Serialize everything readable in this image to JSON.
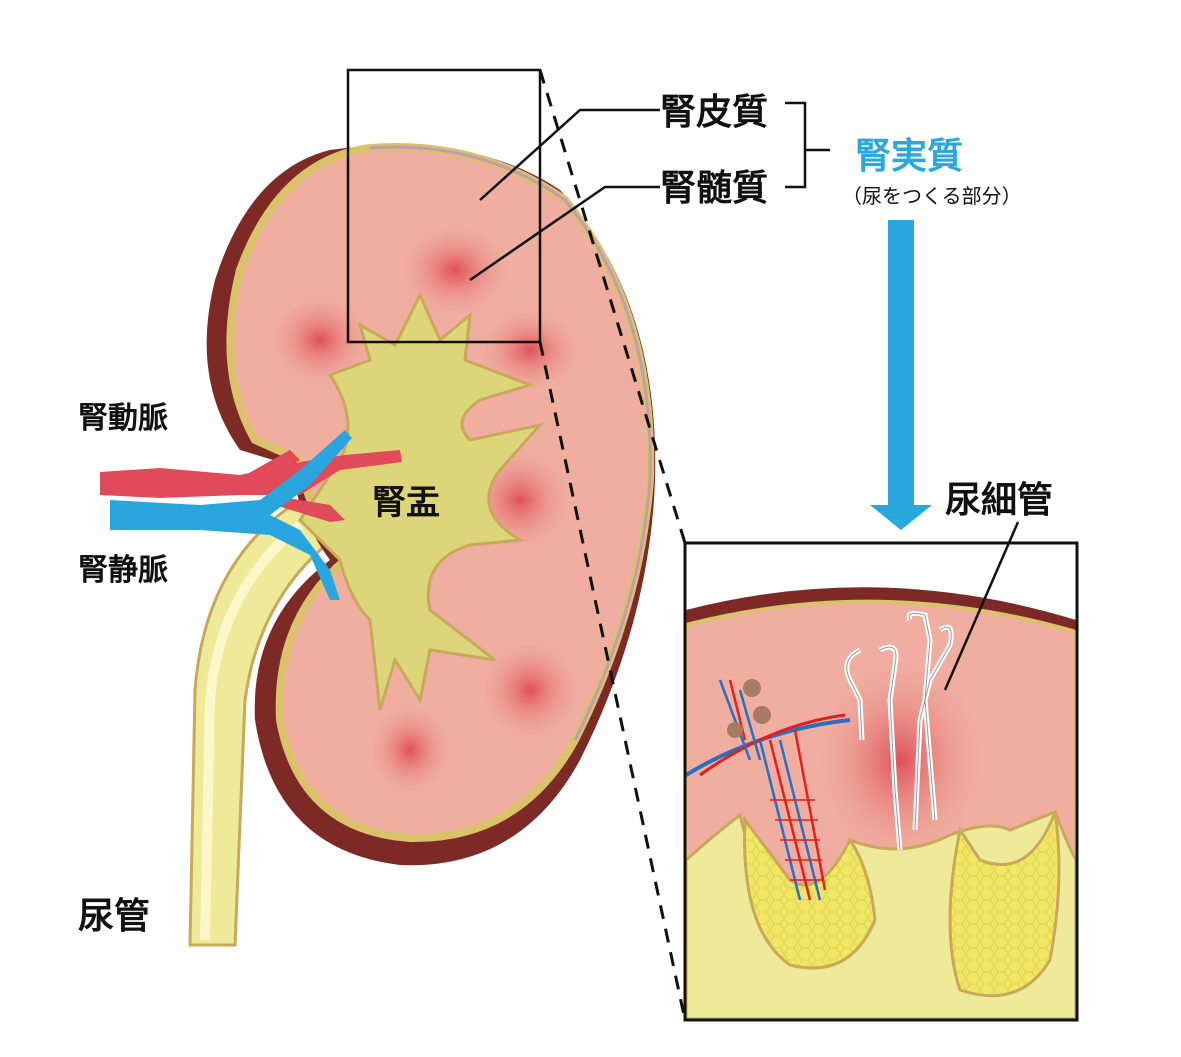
{
  "labels": {
    "cortex": "腎皮質",
    "medulla": "腎髄質",
    "parenchyma": "腎実質",
    "parenchyma_note": "（尿をつくる部分）",
    "tubule": "尿細管",
    "renal_artery": "腎動脈",
    "renal_vein": "腎静脈",
    "renal_pelvis": "腎盂",
    "ureter": "尿管"
  },
  "colors": {
    "accent_blue": "#29a8e0",
    "artery": "#e04a5a",
    "vein": "#2aa6df",
    "capsule": "#7d2a26",
    "cortex": "#f0aea0",
    "pelvis": "#ddd57a"
  }
}
